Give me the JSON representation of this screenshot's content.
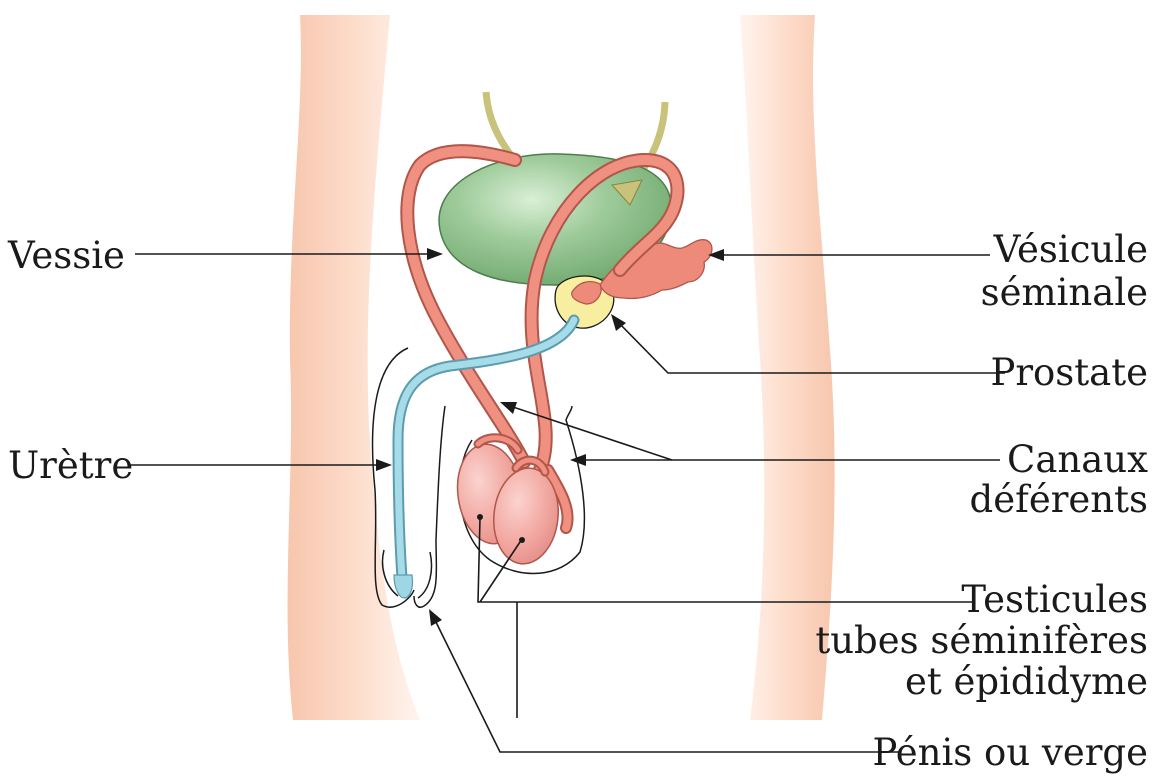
{
  "labels": {
    "vessie": "Vessie",
    "uretre": "Urètre",
    "vesicule_line1": "Vésicule",
    "vesicule_line2": "séminale",
    "prostate": "Prostate",
    "canaux_line1": "Canaux",
    "canaux_line2": "déférents",
    "testicules_line1": "Testicules",
    "testicules_line2": "tubes séminifères",
    "testicules_line3": "et épididyme",
    "penis": "Pénis ou verge"
  },
  "colors": {
    "skin": "#fbd9c6",
    "bladder": "#8cc08c",
    "vas_deferens": "#e8877a",
    "urethra": "#9fd6e4",
    "ureter": "#c8c27a",
    "prostate": "#f7eea0",
    "testis": "#f1a7a0",
    "line": "#1a1a1a"
  }
}
